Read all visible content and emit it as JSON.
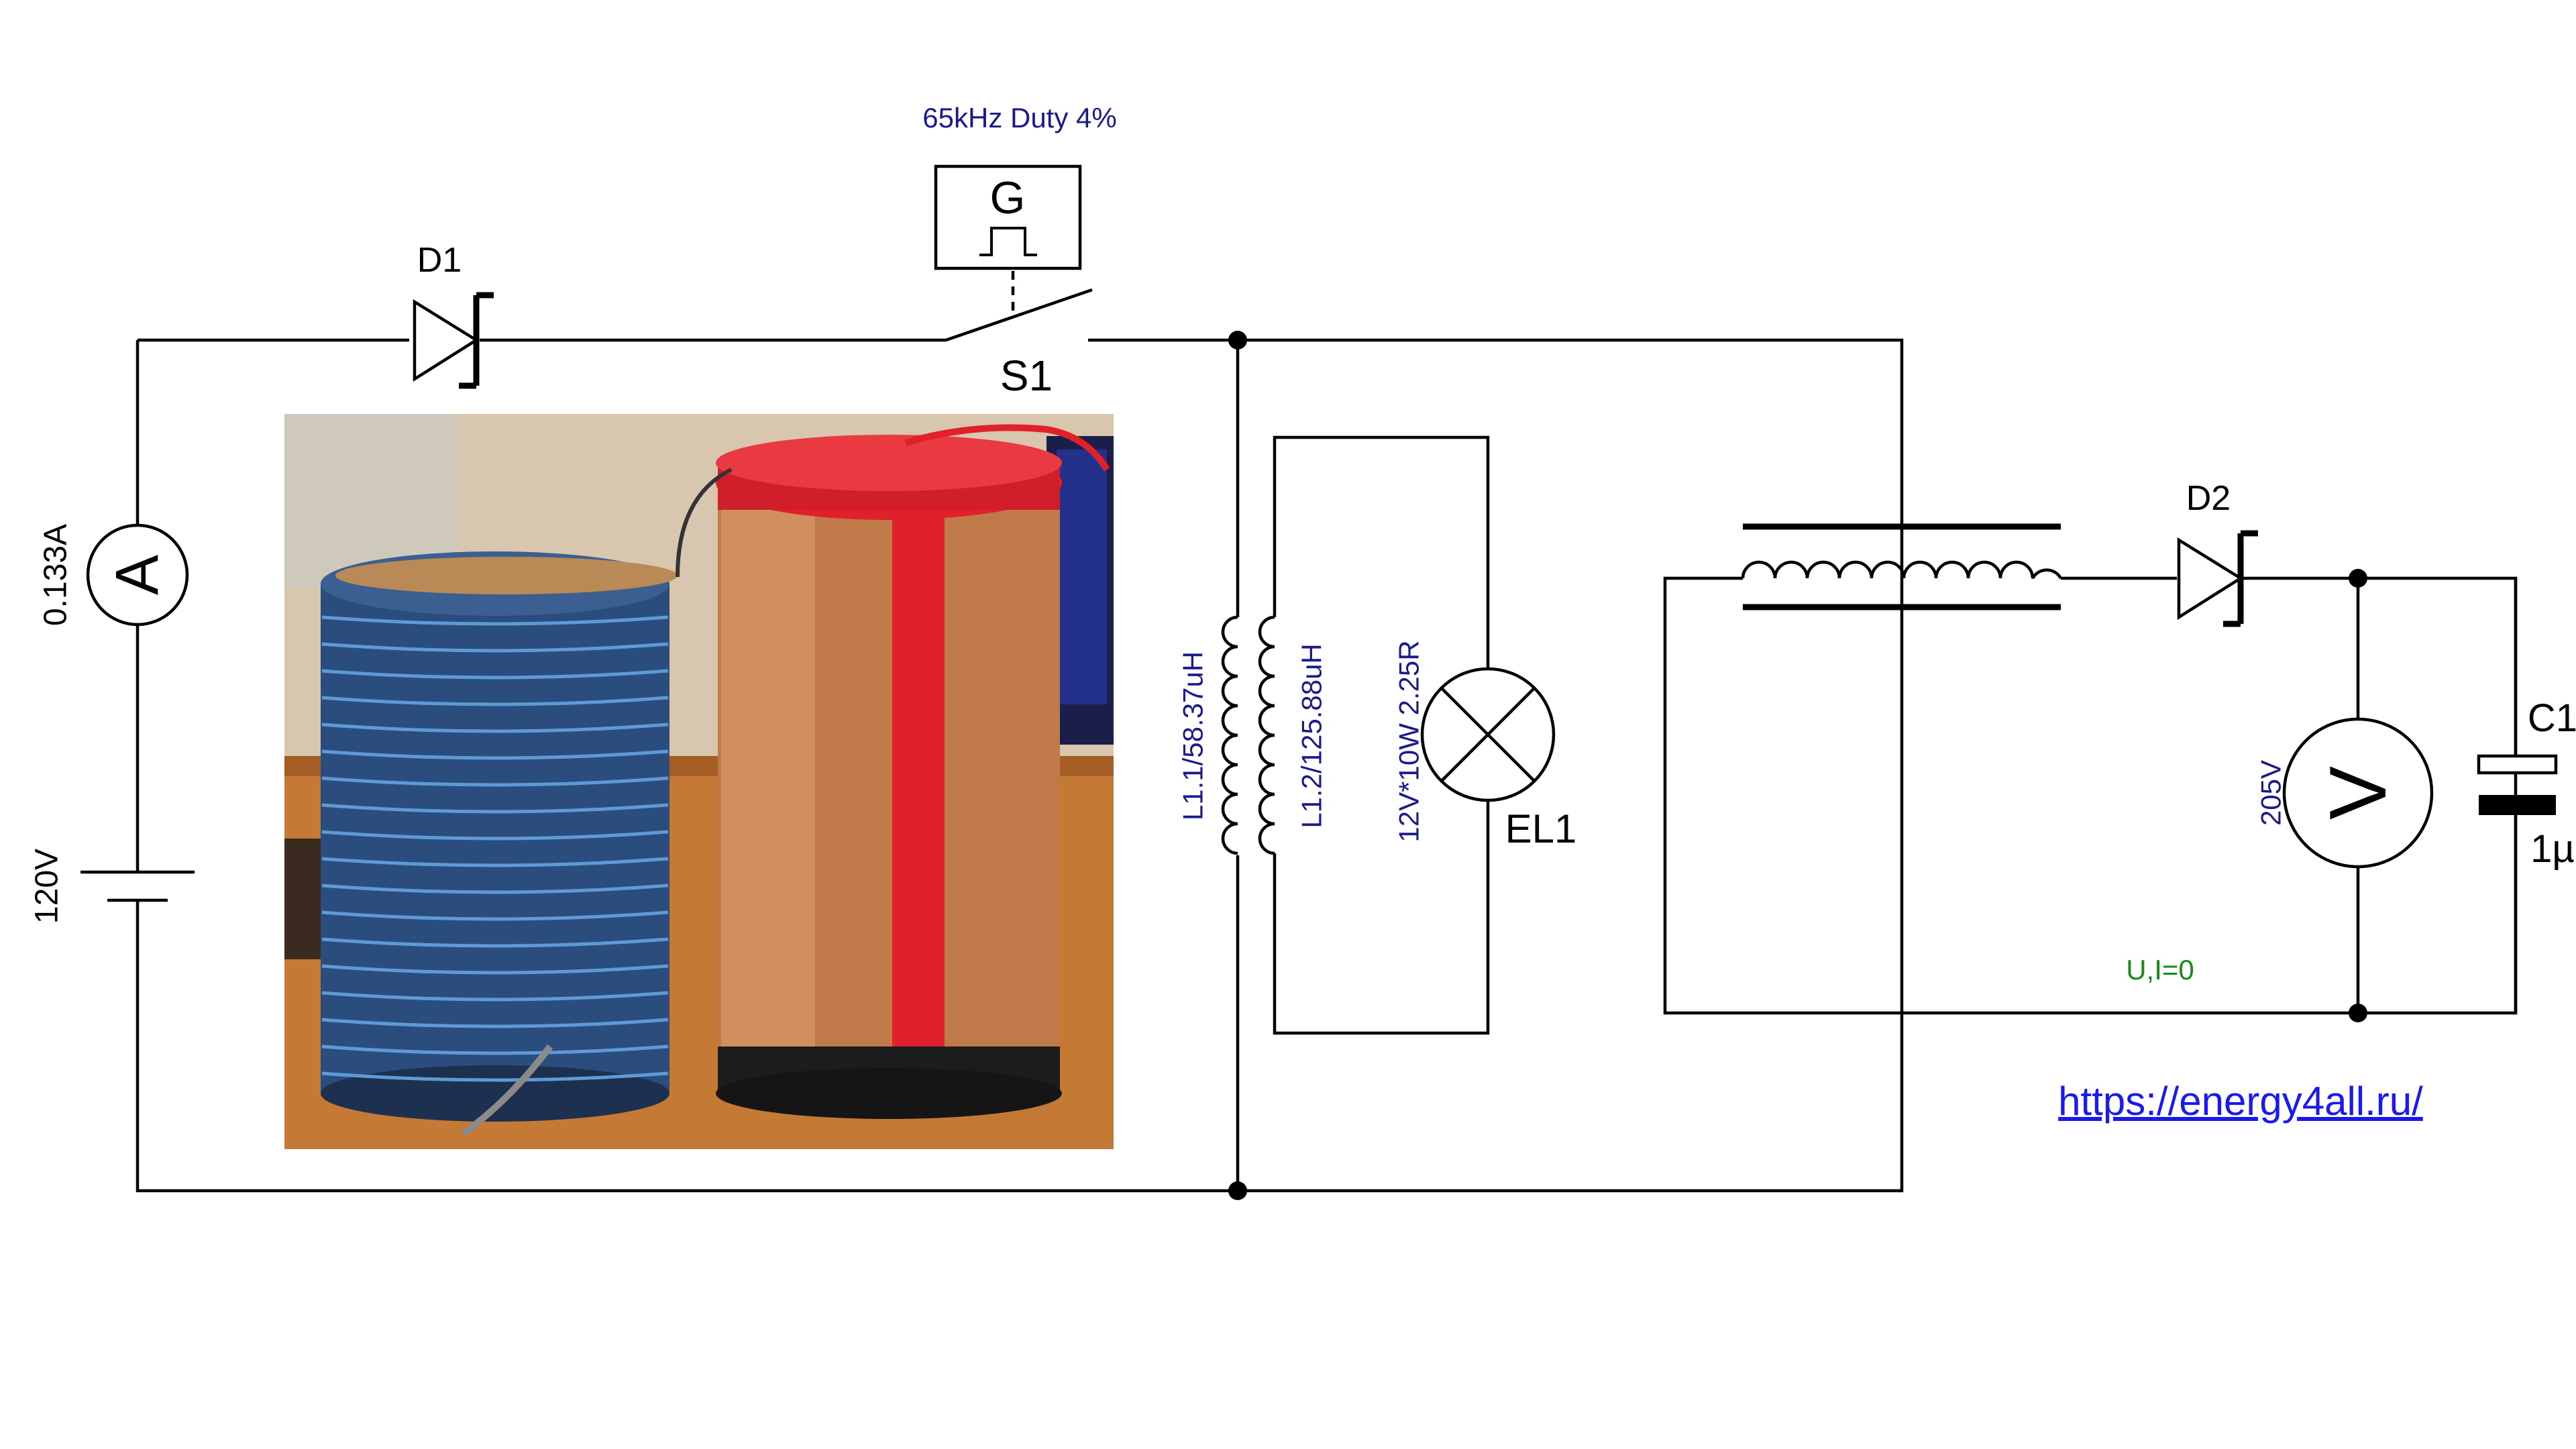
{
  "generator": {
    "label": "G",
    "spec": "65kHz Duty 4%"
  },
  "switch": {
    "label": "S1"
  },
  "diode1": {
    "label": "D1"
  },
  "diode2": {
    "label": "D2"
  },
  "ammeter": {
    "symbol": "A",
    "reading": "0.133A"
  },
  "source": {
    "voltage": "120V"
  },
  "coil": {
    "primary": "L1.1/58.37uH",
    "secondary": "L1.2/125.88uH"
  },
  "lamp": {
    "spec": "12V*10W 2.25R",
    "label": "EL1"
  },
  "voltmeter": {
    "symbol": "V",
    "reading": "205V"
  },
  "capacitor": {
    "label": "C1",
    "value": "1µ"
  },
  "note": "U,I=0",
  "website": "https://energy4all.ru/",
  "colors": {
    "wire": "#000000",
    "label_blue": "#1a1a8a",
    "note_green": "#1a8a1a",
    "link": "#1a1aee",
    "tape_red": "#e0202a",
    "copper": "#c07a4a",
    "wire_blue": "#3a6fb0"
  }
}
